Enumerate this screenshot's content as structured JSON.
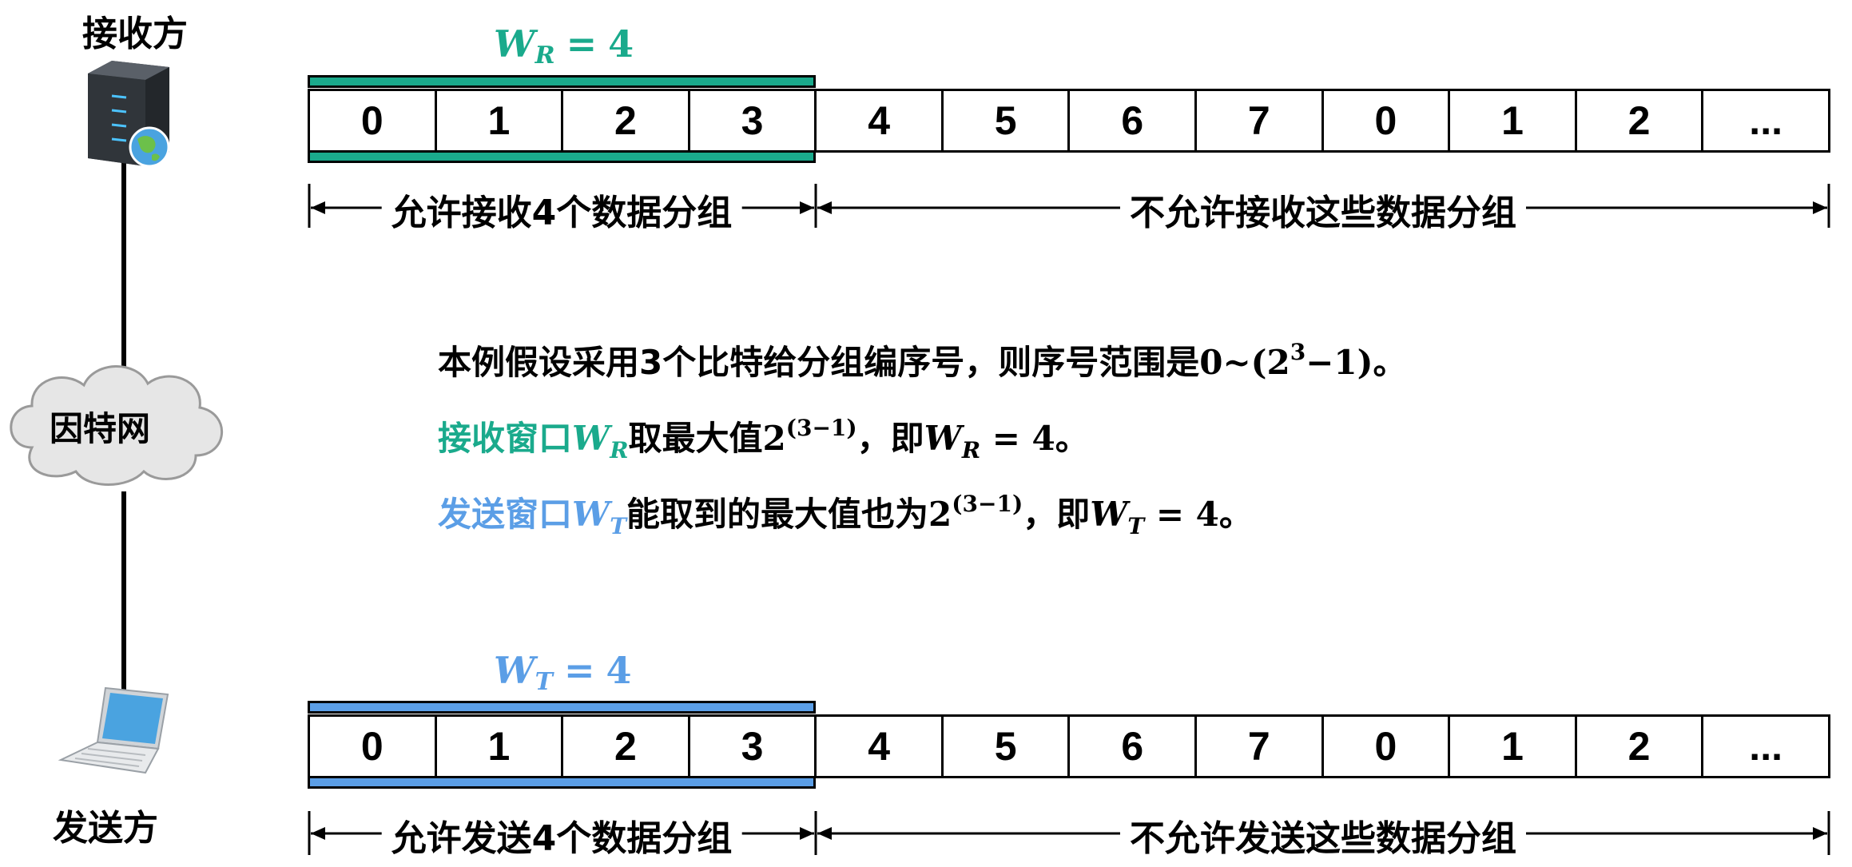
{
  "colors": {
    "receiver": "#1aaa8c",
    "sender": "#5b9ee6"
  },
  "receiver": {
    "role_label": "接收方",
    "icon": "server-icon",
    "window_symbol": "W",
    "window_subscript": "R",
    "window_value": "4",
    "cells": [
      "0",
      "1",
      "2",
      "3",
      "4",
      "5",
      "6",
      "7",
      "0",
      "1",
      "2",
      "..."
    ],
    "allowed_text": "允许接收4个数据分组",
    "disallowed_text": "不允许接收这些数据分组"
  },
  "network": {
    "label": "因特网",
    "icon": "cloud-icon"
  },
  "sender": {
    "role_label": "发送方",
    "icon": "laptop-icon",
    "window_symbol": "W",
    "window_subscript": "T",
    "window_value": "4",
    "cells": [
      "0",
      "1",
      "2",
      "3",
      "4",
      "5",
      "6",
      "7",
      "0",
      "1",
      "2",
      "..."
    ],
    "allowed_text": "允许发送4个数据分组",
    "disallowed_text": "不允许发送这些数据分组"
  },
  "notes": {
    "line1_text": "本例假设采用3个比特给分组编序号，则序号范围是",
    "line1_range_start": "0~(2",
    "line1_range_exp": "3",
    "line1_range_end": "−1)。",
    "line2_highlight": "接收窗口",
    "line2_symbol": "W",
    "line2_subscript": "R",
    "line2_text": "取最大值",
    "line2_base": "2",
    "line2_exp": "(3−1)",
    "line2_conclusion_prefix": "，即",
    "line2_conclusion_symbol": "W",
    "line2_conclusion_subscript": "R",
    "line2_conclusion_eq": " = 4",
    "line2_end": "。",
    "line3_highlight": "发送窗口",
    "line3_symbol": "W",
    "line3_subscript": "T",
    "line3_text": "能取到的最大值也为",
    "line3_base": "2",
    "line3_exp": "(3−1)",
    "line3_conclusion_prefix": "，即",
    "line3_conclusion_symbol": "W",
    "line3_conclusion_subscript": "T",
    "line3_conclusion_eq": " = 4",
    "line3_end": "。"
  }
}
